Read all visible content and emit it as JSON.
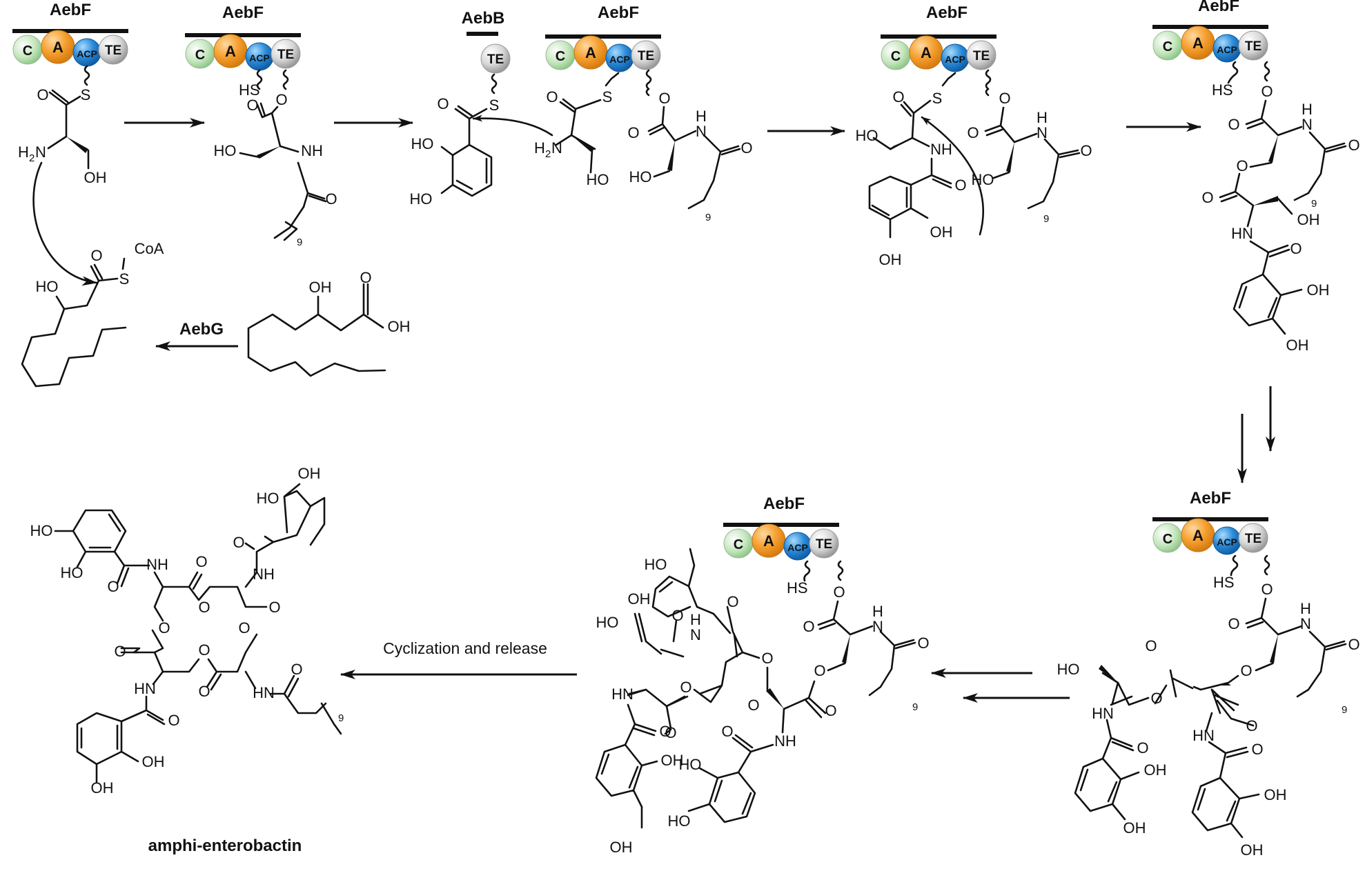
{
  "colors": {
    "domain_C": "#a8d8a0",
    "domain_A": "#f5a030",
    "domain_ACP": "#2a8ad8",
    "domain_TE": "#cfcfcf",
    "ink": "#111111"
  },
  "domains": {
    "C": "C",
    "A": "A",
    "ACP": "ACP",
    "TE": "TE"
  },
  "enzymes": {
    "aebf": "AebF",
    "aebb": "AebB",
    "aebg": "AebG"
  },
  "atoms": {
    "O": "O",
    "S": "S",
    "HS": "HS",
    "NH": "NH",
    "HN": "HN",
    "N": "N",
    "H": "H",
    "HO": "HO",
    "OH": "OH",
    "H2N_H": "H",
    "H2N_2": "2",
    "H2N_N": "N",
    "CoA": "CoA",
    "repeat": "9"
  },
  "labels": {
    "cyclization": "Cyclization and release",
    "product": "amphi-enterobactin"
  }
}
